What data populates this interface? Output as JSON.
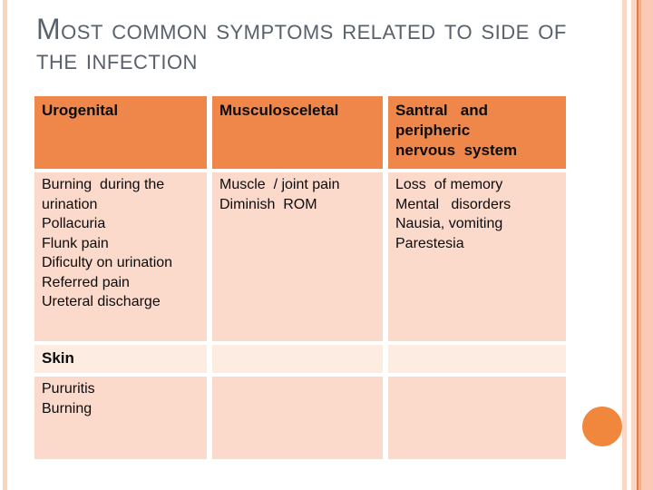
{
  "title": {
    "line1": "Most common symptoms related to side of",
    "line2": "the infection",
    "color": "#59616c"
  },
  "table": {
    "header": {
      "bg": "#f0874a",
      "columns": [
        "Urogenital",
        "Musculosceletal",
        "Santral   and\nperipheric\nnervous  system"
      ]
    },
    "rows": [
      {
        "bg": "#fbd9cb",
        "cells": [
          "Burning  during the\nurination\nPollacuria\nFlunk pain\nDificulty on urination\nReferred pain\nUreteral discharge",
          "Muscle  / joint pain\nDiminish  ROM",
          "Loss  of memory\nMental   disorders\nNausia, vomiting\nParestesia"
        ]
      },
      {
        "bg": "#fdece2",
        "cells": [
          "Skin",
          "",
          ""
        ]
      },
      {
        "bg": "#fbd9cb",
        "cells": [
          "Pururitis\nBurning",
          "",
          ""
        ]
      }
    ]
  },
  "decor": {
    "left_stripe_color": "#fbd3c1",
    "right_stripe_light": "#fbd6c4",
    "right_stripe_dark_line": "#dd7d42",
    "right_stripe_medium": "#f5ad8e",
    "right_stripe_wide": "#fbcab7",
    "circle_color": "#f0873c"
  }
}
